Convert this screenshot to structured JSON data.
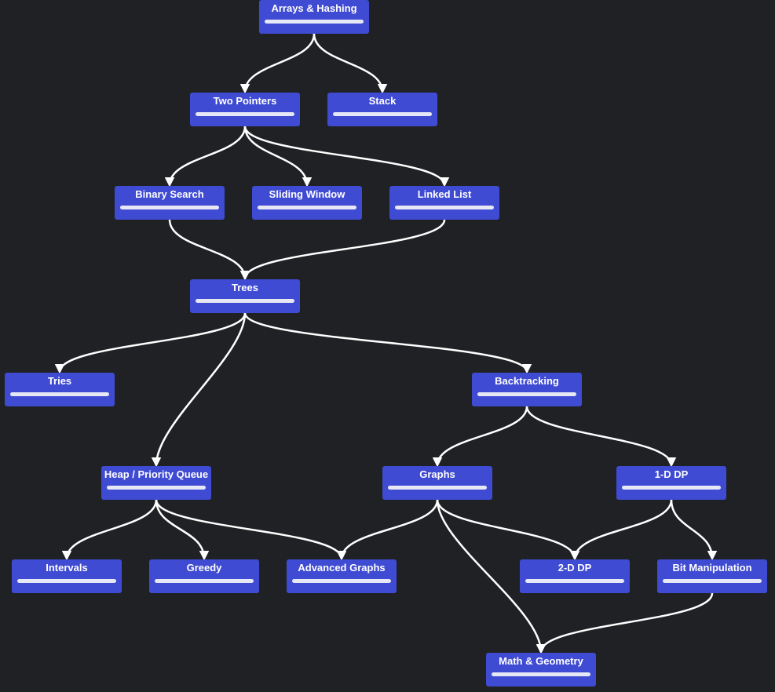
{
  "diagram": {
    "nodes": [
      {
        "id": "arrays-hashing",
        "label": "Arrays & Hashing"
      },
      {
        "id": "two-pointers",
        "label": "Two Pointers"
      },
      {
        "id": "stack",
        "label": "Stack"
      },
      {
        "id": "binary-search",
        "label": "Binary Search"
      },
      {
        "id": "sliding-window",
        "label": "Sliding Window"
      },
      {
        "id": "linked-list",
        "label": "Linked List"
      },
      {
        "id": "trees",
        "label": "Trees"
      },
      {
        "id": "tries",
        "label": "Tries"
      },
      {
        "id": "backtracking",
        "label": "Backtracking"
      },
      {
        "id": "heap-priority-queue",
        "label": "Heap / Priority Queue"
      },
      {
        "id": "graphs",
        "label": "Graphs"
      },
      {
        "id": "1d-dp",
        "label": "1-D DP"
      },
      {
        "id": "intervals",
        "label": "Intervals"
      },
      {
        "id": "greedy",
        "label": "Greedy"
      },
      {
        "id": "advanced-graphs",
        "label": "Advanced Graphs"
      },
      {
        "id": "2d-dp",
        "label": "2-D DP"
      },
      {
        "id": "bit-manipulation",
        "label": "Bit Manipulation"
      },
      {
        "id": "math-geometry",
        "label": "Math & Geometry"
      }
    ],
    "edges": [
      {
        "from": "arrays-hashing",
        "to": "two-pointers"
      },
      {
        "from": "arrays-hashing",
        "to": "stack"
      },
      {
        "from": "two-pointers",
        "to": "binary-search"
      },
      {
        "from": "two-pointers",
        "to": "sliding-window"
      },
      {
        "from": "two-pointers",
        "to": "linked-list"
      },
      {
        "from": "binary-search",
        "to": "trees"
      },
      {
        "from": "linked-list",
        "to": "trees"
      },
      {
        "from": "trees",
        "to": "tries"
      },
      {
        "from": "trees",
        "to": "heap-priority-queue"
      },
      {
        "from": "trees",
        "to": "backtracking"
      },
      {
        "from": "backtracking",
        "to": "graphs"
      },
      {
        "from": "backtracking",
        "to": "1d-dp"
      },
      {
        "from": "heap-priority-queue",
        "to": "intervals"
      },
      {
        "from": "heap-priority-queue",
        "to": "greedy"
      },
      {
        "from": "heap-priority-queue",
        "to": "advanced-graphs"
      },
      {
        "from": "graphs",
        "to": "advanced-graphs"
      },
      {
        "from": "graphs",
        "to": "2d-dp"
      },
      {
        "from": "graphs",
        "to": "math-geometry"
      },
      {
        "from": "1d-dp",
        "to": "2d-dp"
      },
      {
        "from": "1d-dp",
        "to": "bit-manipulation"
      },
      {
        "from": "bit-manipulation",
        "to": "math-geometry"
      }
    ],
    "colors": {
      "background": "#202124",
      "node_fill": "#3f4bd2",
      "progress_track": "#e6e8f5",
      "edge": "#ffffff",
      "label": "#ffffff"
    }
  }
}
